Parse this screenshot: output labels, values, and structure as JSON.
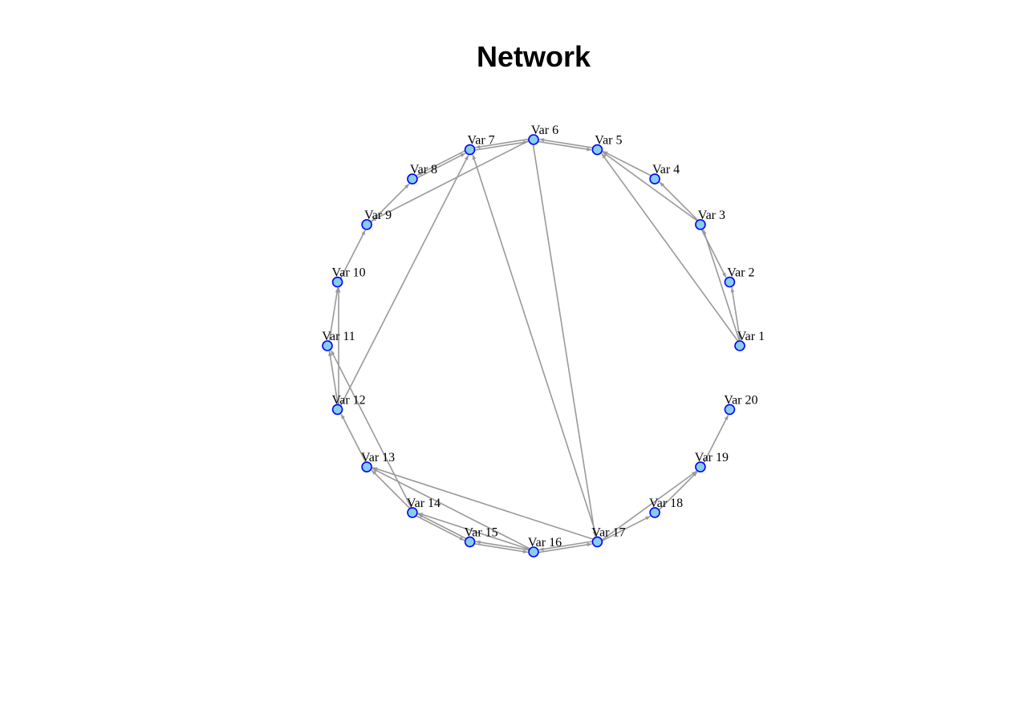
{
  "title": "Network",
  "colors": {
    "edge": "#999999",
    "node_fill": "#87CEEB",
    "node_stroke": "#0000FF",
    "label": "#000000"
  },
  "nodes": [
    {
      "id": 1,
      "label": "Var 1"
    },
    {
      "id": 2,
      "label": "Var 2"
    },
    {
      "id": 3,
      "label": "Var 3"
    },
    {
      "id": 4,
      "label": "Var 4"
    },
    {
      "id": 5,
      "label": "Var 5"
    },
    {
      "id": 6,
      "label": "Var 6"
    },
    {
      "id": 7,
      "label": "Var 7"
    },
    {
      "id": 8,
      "label": "Var 8"
    },
    {
      "id": 9,
      "label": "Var 9"
    },
    {
      "id": 10,
      "label": "Var 10"
    },
    {
      "id": 11,
      "label": "Var 11"
    },
    {
      "id": 12,
      "label": "Var 12"
    },
    {
      "id": 13,
      "label": "Var 13"
    },
    {
      "id": 14,
      "label": "Var 14"
    },
    {
      "id": 15,
      "label": "Var 15"
    },
    {
      "id": 16,
      "label": "Var 16"
    },
    {
      "id": 17,
      "label": "Var 17"
    },
    {
      "id": 18,
      "label": "Var 18"
    },
    {
      "id": 19,
      "label": "Var 19"
    },
    {
      "id": 20,
      "label": "Var 20"
    }
  ],
  "edges": [
    {
      "from": 1,
      "to": 2
    },
    {
      "from": 1,
      "to": 3
    },
    {
      "from": 1,
      "to": 5
    },
    {
      "from": 3,
      "to": 2
    },
    {
      "from": 3,
      "to": 4
    },
    {
      "from": 3,
      "to": 5
    },
    {
      "from": 4,
      "to": 5
    },
    {
      "from": 5,
      "to": 6
    },
    {
      "from": 6,
      "to": 5
    },
    {
      "from": 6,
      "to": 7
    },
    {
      "from": 7,
      "to": 6
    },
    {
      "from": 6,
      "to": 9
    },
    {
      "from": 6,
      "to": 17
    },
    {
      "from": 7,
      "to": 8
    },
    {
      "from": 8,
      "to": 7
    },
    {
      "from": 9,
      "to": 8
    },
    {
      "from": 10,
      "to": 9
    },
    {
      "from": 11,
      "to": 10
    },
    {
      "from": 12,
      "to": 10
    },
    {
      "from": 12,
      "to": 11
    },
    {
      "from": 12,
      "to": 7
    },
    {
      "from": 13,
      "to": 12
    },
    {
      "from": 14,
      "to": 11
    },
    {
      "from": 14,
      "to": 13
    },
    {
      "from": 14,
      "to": 15
    },
    {
      "from": 15,
      "to": 14
    },
    {
      "from": 16,
      "to": 13
    },
    {
      "from": 16,
      "to": 14
    },
    {
      "from": 16,
      "to": 15
    },
    {
      "from": 15,
      "to": 16
    },
    {
      "from": 16,
      "to": 17
    },
    {
      "from": 17,
      "to": 16
    },
    {
      "from": 17,
      "to": 13
    },
    {
      "from": 17,
      "to": 7
    },
    {
      "from": 17,
      "to": 18
    },
    {
      "from": 18,
      "to": 19
    },
    {
      "from": 17,
      "to": 19
    },
    {
      "from": 19,
      "to": 20
    }
  ]
}
